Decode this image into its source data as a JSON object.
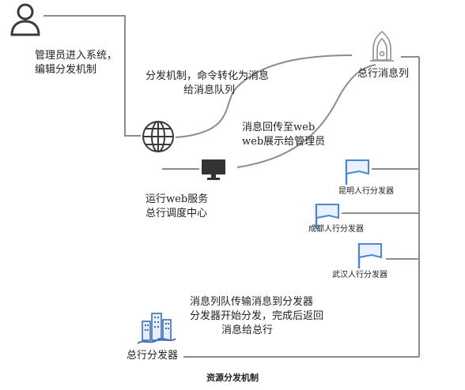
{
  "admin_text": [
    "管理员进入系统，",
    "编辑分发机制"
  ],
  "dispatch_text": [
    "分发机制，命令转化为消息",
    "给消息队列"
  ],
  "queue_label": "总行消息列",
  "return_text": [
    "消息回传至web",
    "web展示给管理员"
  ],
  "web_service_text": [
    "运行web服务",
    "总行调度中心"
  ],
  "branches": [
    {
      "label": "昆明人行分发器"
    },
    {
      "label": "成都人行分发器"
    },
    {
      "label": "武汉人行分发器"
    }
  ],
  "transfer_text": [
    "消息列队传输消息到分发器",
    "分发器开始分发，完成后返回",
    "消息给总行"
  ],
  "hq_dispatcher_label": "总行分发器",
  "caption": "资源分发机制",
  "colors": {
    "line": "#8c8c8c",
    "flag": "#4a86d8",
    "building": "#3d6fb8",
    "icon_dark": "#3a3a3a"
  },
  "icons": {
    "admin": "user-icon",
    "globe": "globe-icon",
    "monitor": "monitor-icon",
    "queue": "bell-tower-icon",
    "branch": "flag-icon",
    "hq": "city-buildings-icon"
  }
}
